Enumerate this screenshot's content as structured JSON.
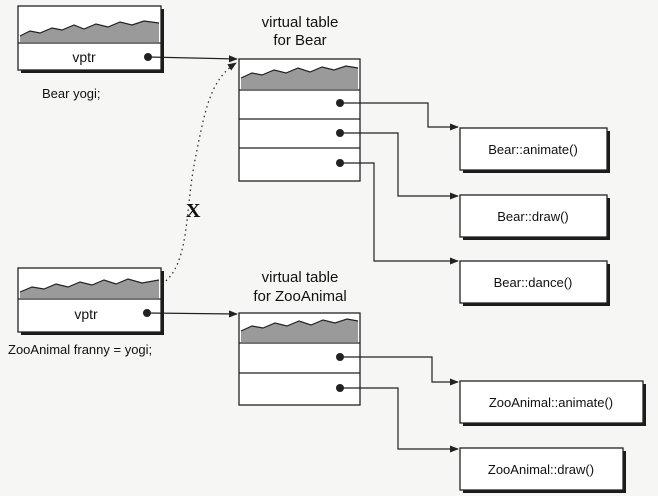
{
  "objects": {
    "bear": {
      "field_label": "vptr",
      "caption": "Bear yogi;"
    },
    "zooanimal": {
      "field_label": "vptr",
      "caption": "ZooAnimal franny = yogi;"
    }
  },
  "vtables": {
    "bear": {
      "title_line1": "virtual table",
      "title_line2": "for Bear"
    },
    "zooanimal": {
      "title_line1": "virtual table",
      "title_line2": "for ZooAnimal"
    }
  },
  "functions": {
    "bear_animate": "Bear::animate()",
    "bear_draw": "Bear::draw()",
    "bear_dance": "Bear::dance()",
    "zoo_animate": "ZooAnimal::animate()",
    "zoo_draw": "ZooAnimal::draw()"
  },
  "invalid_link_mark": "X"
}
